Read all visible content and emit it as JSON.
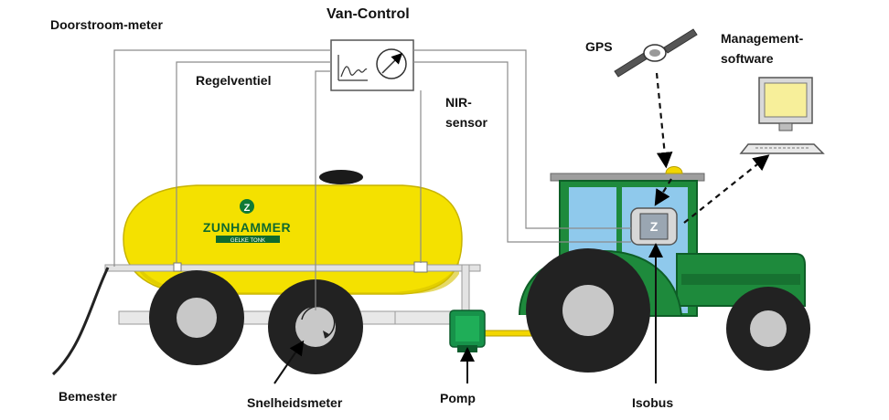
{
  "title": "Van-Control",
  "brand": {
    "logo_letter": "Z",
    "name": "ZUNHAMMER",
    "sub": "GELKE TONK"
  },
  "labels": {
    "flow_meter": "Doorstroom-meter",
    "control_valve": "Regelventiel",
    "nir_line1": "NIR-",
    "nir_line2": "sensor",
    "gps": "GPS",
    "mgmt_line1": "Management-",
    "mgmt_line2": "software",
    "spreader": "Bemester",
    "speed_meter": "Snelheidsmeter",
    "pump": "Pomp",
    "isobus": "Isobus"
  },
  "colors": {
    "tank_yellow": "#f4e100",
    "tractor_green": "#1e8a3c",
    "cab_blue": "#8fc9ec",
    "pump_green": "#17924a",
    "wire_gray": "#8c8c8c"
  }
}
